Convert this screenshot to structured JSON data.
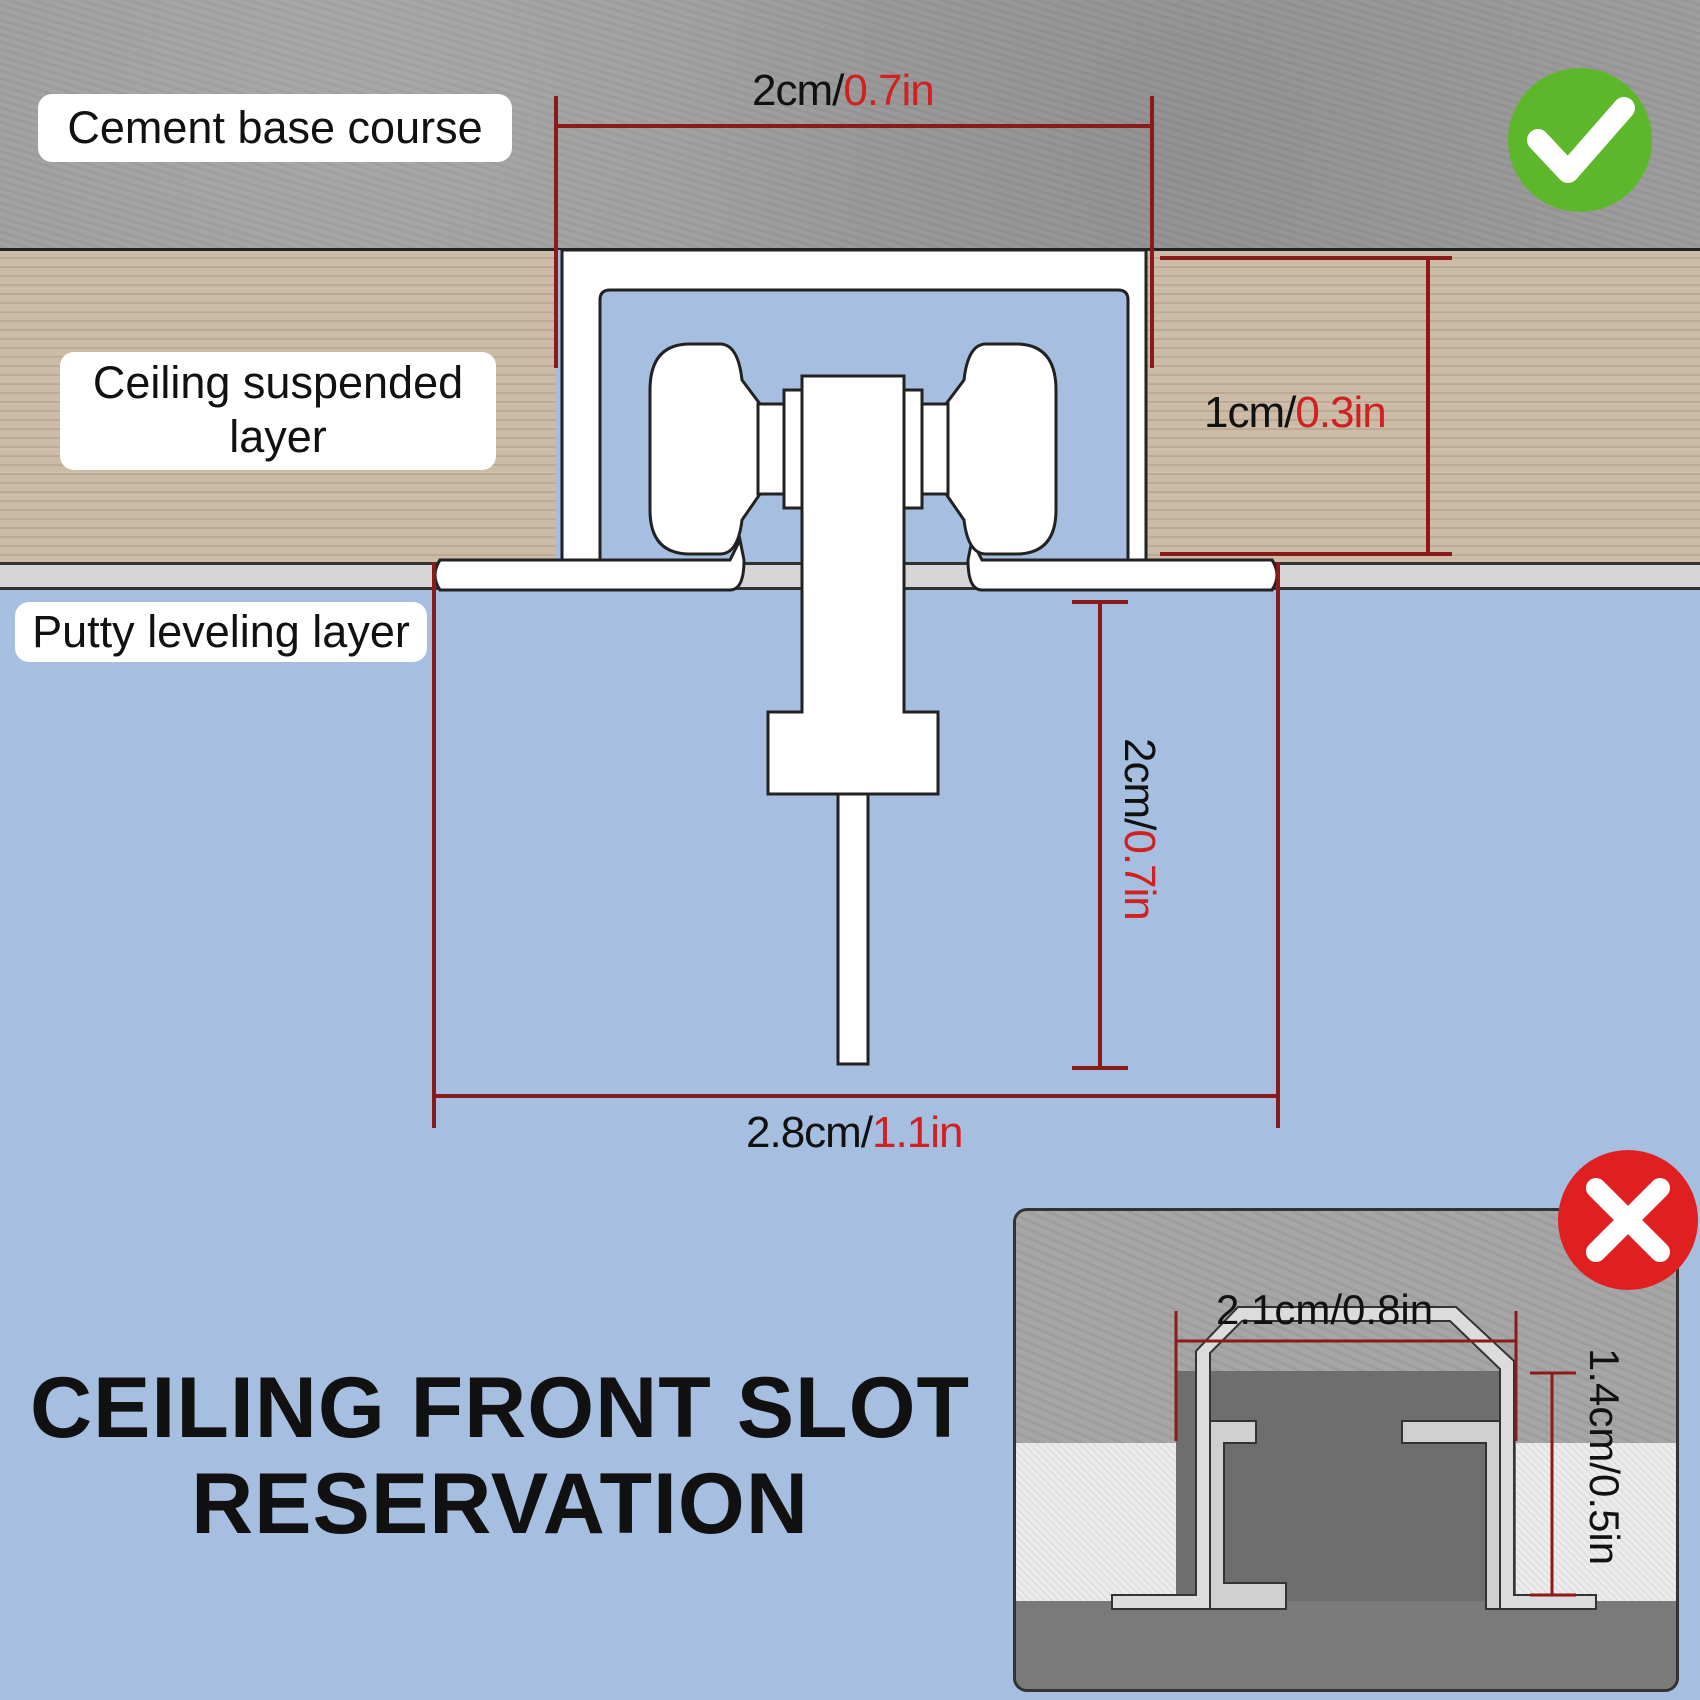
{
  "labels": {
    "cement": "Cement base course",
    "ceiling_line1": "Ceiling suspended",
    "ceiling_line2": "layer",
    "putty": "Putty leveling layer"
  },
  "dimensions": {
    "top": {
      "metric": "2cm/",
      "imperial": "0.7in"
    },
    "right": {
      "metric": "1cm/",
      "imperial": "0.3in"
    },
    "vertical": {
      "metric": "2cm/",
      "imperial": "0.7in"
    },
    "bottom": {
      "metric": "2.8cm/",
      "imperial": "1.1in"
    }
  },
  "title": {
    "line1": "CEILING FRONT SLOT",
    "line2": "RESERVATION"
  },
  "wrong_example": {
    "width": "2.1cm/0.8in",
    "height": "1.4cm/0.5in"
  },
  "colors": {
    "correct": "#5cb82a",
    "wrong": "#e02020",
    "dimension_red": "#d12020",
    "background": "#a6bfe0"
  },
  "icons": {
    "correct": "check-icon",
    "wrong": "cross-icon"
  }
}
